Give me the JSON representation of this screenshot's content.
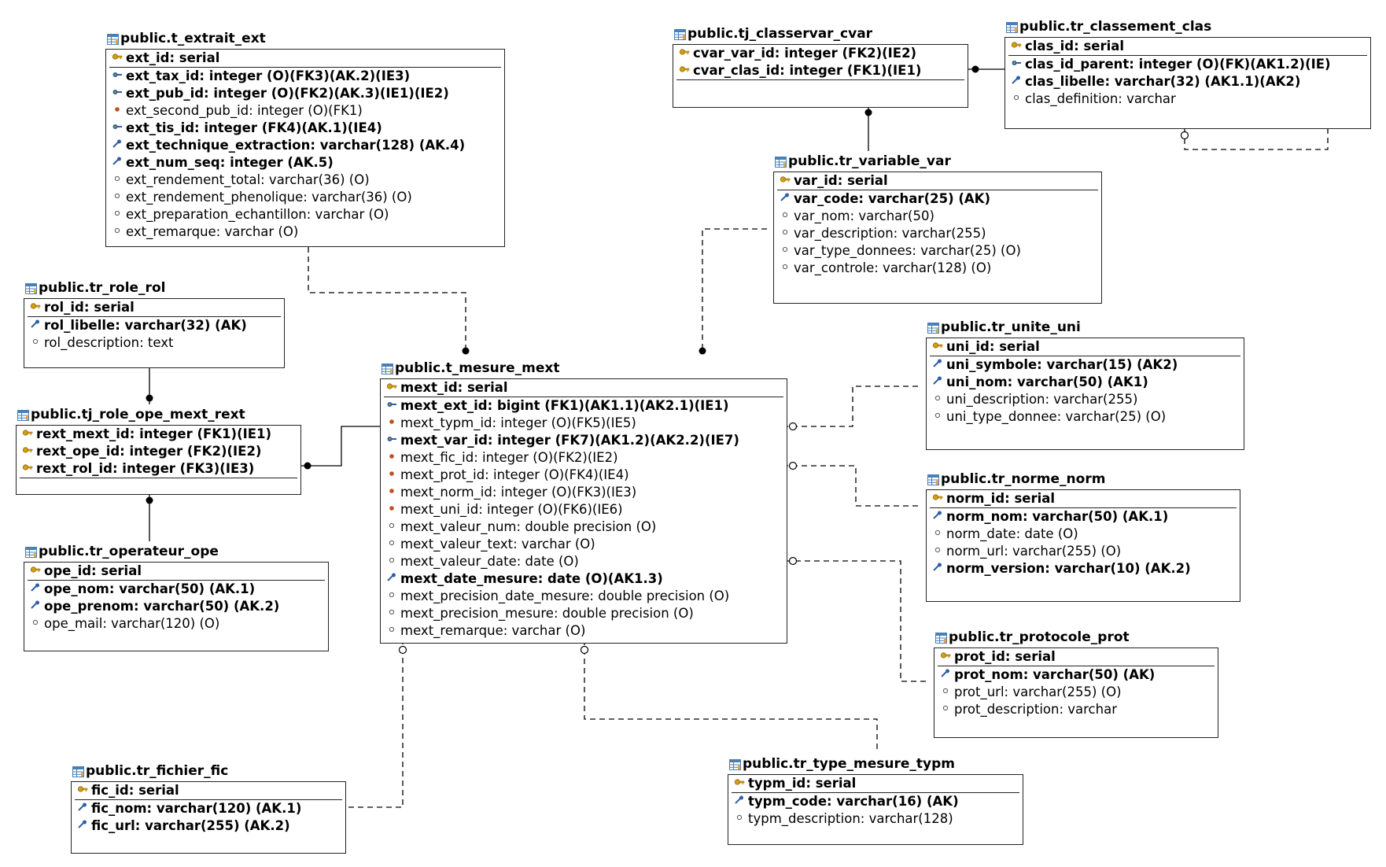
{
  "entities": [
    {
      "id": "t_extrait_ext",
      "name": "public.t_extrait_ext",
      "columns": [
        {
          "text": "ext_id: serial",
          "kind": "pk",
          "bold": true
        },
        {
          "text": "ext_tax_id: integer (O)(FK3)(AK.2)(IE3)",
          "kind": "fkak",
          "bold": true
        },
        {
          "text": "ext_pub_id: integer (O)(FK2)(AK.3)(IE1)(IE2)",
          "kind": "fkak",
          "bold": true
        },
        {
          "text": "ext_second_pub_id: integer (O)(FK1)",
          "kind": "fk",
          "bold": false
        },
        {
          "text": "ext_tis_id: integer (FK4)(AK.1)(IE4)",
          "kind": "fkak",
          "bold": true
        },
        {
          "text": "ext_technique_extraction: varchar(128) (AK.4)",
          "kind": "ak",
          "bold": true
        },
        {
          "text": "ext_num_seq: integer (AK.5)",
          "kind": "ak",
          "bold": true
        },
        {
          "text": "ext_rendement_total: varchar(36) (O)",
          "kind": "col",
          "bold": false
        },
        {
          "text": "ext_rendement_phenolique: varchar(36) (O)",
          "kind": "col",
          "bold": false
        },
        {
          "text": "ext_preparation_echantillon: varchar (O)",
          "kind": "col",
          "bold": false
        },
        {
          "text": "ext_remarque: varchar (O)",
          "kind": "col",
          "bold": false
        }
      ]
    },
    {
      "id": "tj_classervar_cvar",
      "name": "public.tj_classervar_cvar",
      "columns": [
        {
          "text": "cvar_var_id: integer (FK2)(IE2)",
          "kind": "pkfk",
          "bold": true
        },
        {
          "text": "cvar_clas_id: integer (FK1)(IE1)",
          "kind": "pkfk",
          "bold": true
        }
      ]
    },
    {
      "id": "tr_classement_clas",
      "name": "public.tr_classement_clas",
      "columns": [
        {
          "text": "clas_id: serial",
          "kind": "pk",
          "bold": true
        },
        {
          "text": "clas_id_parent: integer (O)(FK)(AK1.2)(IE)",
          "kind": "fkak",
          "bold": true
        },
        {
          "text": "clas_libelle: varchar(32) (AK1.1)(AK2)",
          "kind": "ak",
          "bold": true
        },
        {
          "text": "clas_definition: varchar",
          "kind": "col",
          "bold": false
        }
      ]
    },
    {
      "id": "tr_variable_var",
      "name": "public.tr_variable_var",
      "columns": [
        {
          "text": "var_id: serial",
          "kind": "pk",
          "bold": true
        },
        {
          "text": "var_code: varchar(25) (AK)",
          "kind": "ak",
          "bold": true
        },
        {
          "text": "var_nom: varchar(50)",
          "kind": "col",
          "bold": false
        },
        {
          "text": "var_description: varchar(255)",
          "kind": "col",
          "bold": false
        },
        {
          "text": "var_type_donnees: varchar(25) (O)",
          "kind": "col",
          "bold": false
        },
        {
          "text": "var_controle: varchar(128) (O)",
          "kind": "col",
          "bold": false
        }
      ]
    },
    {
      "id": "tr_role_rol",
      "name": "public.tr_role_rol",
      "columns": [
        {
          "text": "rol_id: serial",
          "kind": "pk",
          "bold": true
        },
        {
          "text": "rol_libelle: varchar(32) (AK)",
          "kind": "ak",
          "bold": true
        },
        {
          "text": "rol_description: text",
          "kind": "col",
          "bold": false
        }
      ]
    },
    {
      "id": "tr_unite_uni",
      "name": "public.tr_unite_uni",
      "columns": [
        {
          "text": "uni_id: serial",
          "kind": "pk",
          "bold": true
        },
        {
          "text": "uni_symbole: varchar(15) (AK2)",
          "kind": "ak",
          "bold": true
        },
        {
          "text": "uni_nom: varchar(50) (AK1)",
          "kind": "ak",
          "bold": true
        },
        {
          "text": "uni_description: varchar(255)",
          "kind": "col",
          "bold": false
        },
        {
          "text": "uni_type_donnee: varchar(25) (O)",
          "kind": "col",
          "bold": false
        }
      ]
    },
    {
      "id": "t_mesure_mext",
      "name": "public.t_mesure_mext",
      "columns": [
        {
          "text": "mext_id: serial",
          "kind": "pk",
          "bold": true
        },
        {
          "text": "mext_ext_id: bigint (FK1)(AK1.1)(AK2.1)(IE1)",
          "kind": "fkak",
          "bold": true
        },
        {
          "text": "mext_typm_id: integer (O)(FK5)(IE5)",
          "kind": "fk",
          "bold": false
        },
        {
          "text": "mext_var_id: integer (FK7)(AK1.2)(AK2.2)(IE7)",
          "kind": "fkak",
          "bold": true
        },
        {
          "text": "mext_fic_id: integer (O)(FK2)(IE2)",
          "kind": "fk",
          "bold": false
        },
        {
          "text": "mext_prot_id: integer (O)(FK4)(IE4)",
          "kind": "fk",
          "bold": false
        },
        {
          "text": "mext_norm_id: integer (O)(FK3)(IE3)",
          "kind": "fk",
          "bold": false
        },
        {
          "text": "mext_uni_id: integer (O)(FK6)(IE6)",
          "kind": "fk",
          "bold": false
        },
        {
          "text": "mext_valeur_num: double precision (O)",
          "kind": "col",
          "bold": false
        },
        {
          "text": "mext_valeur_text: varchar (O)",
          "kind": "col",
          "bold": false
        },
        {
          "text": "mext_valeur_date: date (O)",
          "kind": "col",
          "bold": false
        },
        {
          "text": "mext_date_mesure: date (O)(AK1.3)",
          "kind": "ak",
          "bold": true
        },
        {
          "text": "mext_precision_date_mesure: double precision (O)",
          "kind": "col",
          "bold": false
        },
        {
          "text": "mext_precision_mesure: double precision (O)",
          "kind": "col",
          "bold": false
        },
        {
          "text": "mext_remarque: varchar (O)",
          "kind": "col",
          "bold": false
        }
      ]
    },
    {
      "id": "tj_role_ope_mext_rext",
      "name": "public.tj_role_ope_mext_rext",
      "columns": [
        {
          "text": "rext_mext_id: integer (FK1)(IE1)",
          "kind": "pkfk",
          "bold": true
        },
        {
          "text": "rext_ope_id: integer (FK2)(IE2)",
          "kind": "pkfk",
          "bold": true
        },
        {
          "text": "rext_rol_id: integer (FK3)(IE3)",
          "kind": "pkfk",
          "bold": true
        }
      ]
    },
    {
      "id": "tr_norme_norm",
      "name": "public.tr_norme_norm",
      "columns": [
        {
          "text": "norm_id: serial",
          "kind": "pk",
          "bold": true
        },
        {
          "text": "norm_nom: varchar(50) (AK.1)",
          "kind": "ak",
          "bold": true
        },
        {
          "text": "norm_date: date (O)",
          "kind": "col",
          "bold": false
        },
        {
          "text": "norm_url: varchar(255) (O)",
          "kind": "col",
          "bold": false
        },
        {
          "text": "norm_version: varchar(10) (AK.2)",
          "kind": "ak",
          "bold": true
        }
      ]
    },
    {
      "id": "tr_operateur_ope",
      "name": "public.tr_operateur_ope",
      "columns": [
        {
          "text": "ope_id: serial",
          "kind": "pk",
          "bold": true
        },
        {
          "text": "ope_nom: varchar(50) (AK.1)",
          "kind": "ak",
          "bold": true
        },
        {
          "text": "ope_prenom: varchar(50) (AK.2)",
          "kind": "ak",
          "bold": true
        },
        {
          "text": "ope_mail: varchar(120) (O)",
          "kind": "col",
          "bold": false
        }
      ]
    },
    {
      "id": "tr_protocole_prot",
      "name": "public.tr_protocole_prot",
      "columns": [
        {
          "text": "prot_id: serial",
          "kind": "pk",
          "bold": true
        },
        {
          "text": "prot_nom: varchar(50) (AK)",
          "kind": "ak",
          "bold": true
        },
        {
          "text": "prot_url: varchar(255) (O)",
          "kind": "col",
          "bold": false
        },
        {
          "text": "prot_description: varchar",
          "kind": "col",
          "bold": false
        }
      ]
    },
    {
      "id": "tr_type_mesure_typm",
      "name": "public.tr_type_mesure_typm",
      "columns": [
        {
          "text": "typm_id: serial",
          "kind": "pk",
          "bold": true
        },
        {
          "text": "typm_code: varchar(16) (AK)",
          "kind": "ak",
          "bold": true
        },
        {
          "text": "typm_description: varchar(128)",
          "kind": "col",
          "bold": false
        }
      ]
    },
    {
      "id": "tr_fichier_fic",
      "name": "public.tr_fichier_fic",
      "columns": [
        {
          "text": "fic_id: serial",
          "kind": "pk",
          "bold": true
        },
        {
          "text": "fic_nom: varchar(120) (AK.1)",
          "kind": "ak",
          "bold": true
        },
        {
          "text": "fic_url: varchar(255) (AK.2)",
          "kind": "ak",
          "bold": true
        }
      ]
    }
  ],
  "colors": {
    "key_icon": "#d4a017",
    "fk_dot": "#c0501e",
    "ak_icon": "#2e5fa3",
    "line": "#000000",
    "table_icon": "#4a7fb5"
  },
  "icons": {
    "pk": "key-icon",
    "pkfk": "key-icon",
    "fk": "foreign-key-dot-icon",
    "fkak": "key-link-icon",
    "ak": "alternate-key-icon",
    "col": "column-circle-icon"
  }
}
